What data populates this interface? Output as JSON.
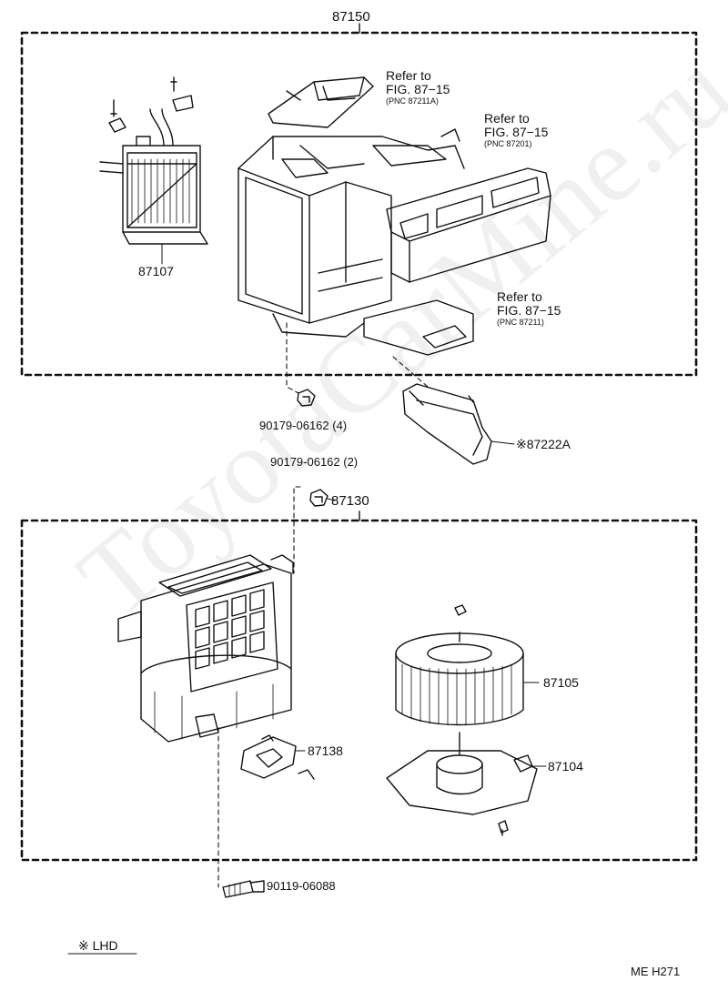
{
  "assemblies": {
    "upper_assembly": "87150",
    "lower_assembly": "87130"
  },
  "parts": {
    "heater_core": "87107",
    "cover": "※87222A",
    "fan": "87105",
    "motor": "87104",
    "resistor": "87138"
  },
  "fasteners": {
    "clip_4": "90179-06162 (4)",
    "clip_2": "90179-06162 (2)",
    "bolt": "90119-06088"
  },
  "references": [
    {
      "line1": "Refer to",
      "line2": "FIG. 87−15",
      "pnc": "(PNC 87211A)"
    },
    {
      "line1": "Refer to",
      "line2": "FIG. 87−15",
      "pnc": "(PNC 87201)"
    },
    {
      "line1": "Refer to",
      "line2": "FIG. 87−15",
      "pnc": "(PNC 87211)"
    }
  ],
  "legend": {
    "lhd": "※ LHD"
  },
  "figure_code": "ME H271",
  "watermark": "ToyotaCarMine.ru"
}
